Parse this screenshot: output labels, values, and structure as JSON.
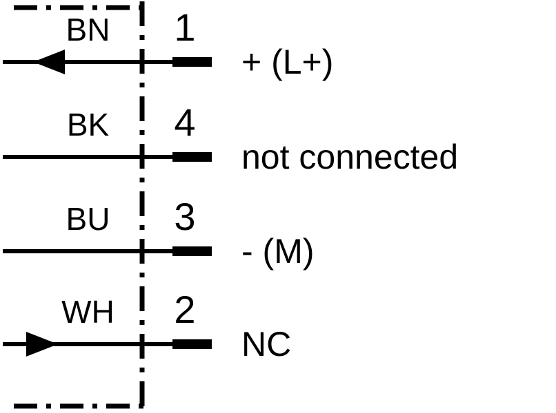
{
  "diagram": {
    "type": "sensor-wiring-pin-assignment",
    "colors": {
      "line": "#000000",
      "background": "#ffffff"
    },
    "rows": [
      {
        "wire_color": "BN",
        "pin": "1",
        "signal": "+ (L+)",
        "arrow": "left"
      },
      {
        "wire_color": "BK",
        "pin": "4",
        "signal": "not connected",
        "arrow": "none"
      },
      {
        "wire_color": "BU",
        "pin": "3",
        "signal": "- (M)",
        "arrow": "none"
      },
      {
        "wire_color": "WH",
        "pin": "2",
        "signal": "NC",
        "arrow": "right"
      }
    ]
  }
}
